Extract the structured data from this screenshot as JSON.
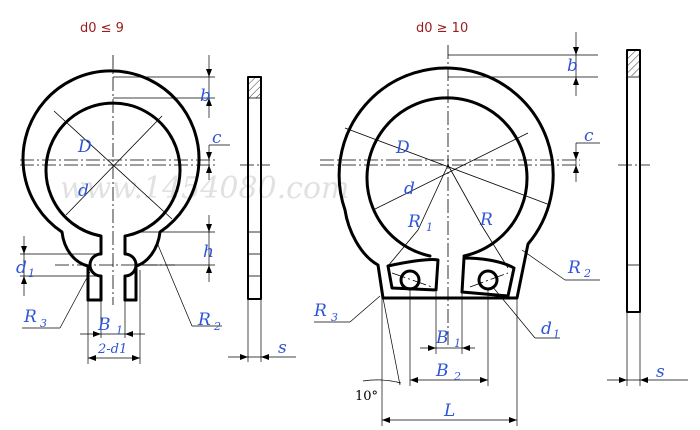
{
  "left_view": {
    "condition": "d0 ≤ 9",
    "labels": {
      "b": "b",
      "D": "D",
      "c": "c",
      "d": "d",
      "h": "h",
      "d1_main": "d",
      "d1_sub": "1",
      "R3_main": "R",
      "R3_sub": "3",
      "B1_main": "B",
      "B1_sub": "1",
      "R2_main": "R",
      "R2_sub": "2",
      "two_d1": "2-d1",
      "s": "s"
    }
  },
  "right_view": {
    "condition": "d0 ≥ 10",
    "labels": {
      "b": "b",
      "D": "D",
      "c": "c",
      "d": "d",
      "R1_main": "R",
      "R1_sub": "1",
      "R": "R",
      "R2_main": "R",
      "R2_sub": "2",
      "R3_main": "R",
      "R3_sub": "3",
      "d1_main": "d",
      "d1_sub": "1",
      "B1_main": "B",
      "B1_sub": "1",
      "B2_main": "B",
      "B2_sub": "2",
      "angle": "10°",
      "L": "L",
      "s": "s"
    }
  },
  "watermark": "www.1454080.com",
  "colors": {
    "label": "#2f55d4",
    "condition": "#9a1c1c",
    "line": "#000000"
  }
}
